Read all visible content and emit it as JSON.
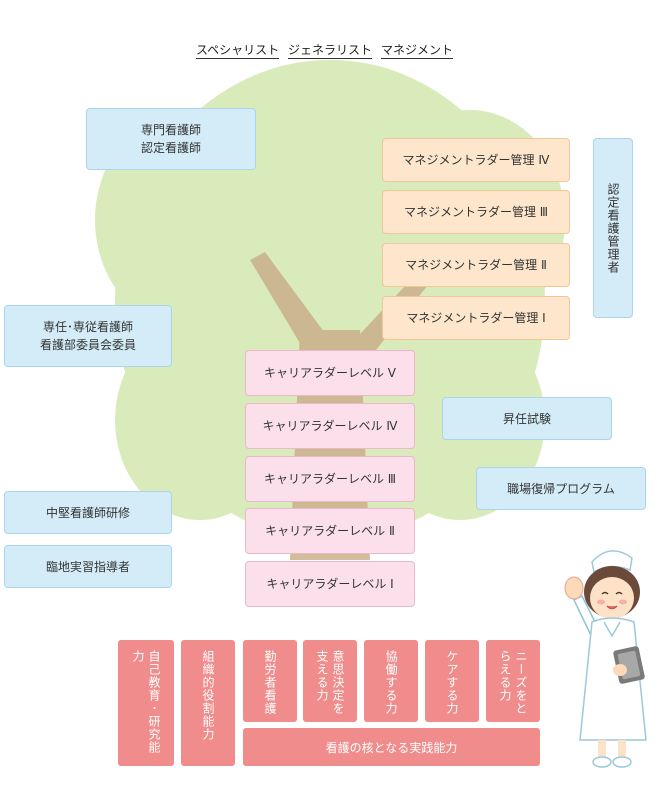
{
  "header": {
    "specialist": "スペシャリスト",
    "generalist": "ジェネラリスト",
    "management": "マネジメント"
  },
  "left_boxes": {
    "specialist_nurse": "専門看護師\n認定看護師",
    "dedicated_nurse": "専任･専従看護師\n看護部委員会委員",
    "midlevel_training": "中堅看護師研修",
    "clinical_instructor": "臨地実習指導者"
  },
  "management_ladder": [
    "マネジメントラダー管理 Ⅳ",
    "マネジメントラダー管理 Ⅲ",
    "マネジメントラダー管理 Ⅱ",
    "マネジメントラダー管理 Ⅰ"
  ],
  "certified_manager": "認定看護管理者",
  "career_ladder": [
    "キャリアラダーレベル Ⅴ",
    "キャリアラダーレベル Ⅳ",
    "キャリアラダーレベル Ⅲ",
    "キャリアラダーレベル Ⅱ",
    "キャリアラダーレベル Ⅰ"
  ],
  "right_boxes": {
    "promotion_exam": "昇任試験",
    "return_program": "職場復帰プログラム"
  },
  "core_abilities": [
    "自己教育･研究能力",
    "組織的役割能力",
    "勤労者看護",
    "意思決定を支える力",
    "協働する力",
    "ケアする力",
    "ニーズをとらえる力"
  ],
  "core_base": "看護の核となる実践能力",
  "colors": {
    "blue": "#d3ecf7",
    "orange": "#fde6cc",
    "pink": "#fbe0ec",
    "red": "#f08c8c",
    "tree_leaves": "#d6e9b4",
    "tree_trunk": "#c9b08a"
  },
  "icons": {
    "tree": "tree-illustration",
    "nurse": "nurse-illustration"
  }
}
